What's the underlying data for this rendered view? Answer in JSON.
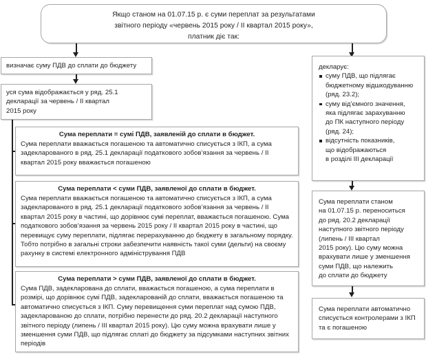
{
  "diagram": {
    "title_node": {
      "text": "Якщо станом на 01.07.15 р. є суми переплат за результатами\nзвітного періоду «червень 2015 року / II квартал 2015 року»,\nплатник діє так:"
    },
    "left_branch": {
      "step1": {
        "text": "визначає суму ПДВ до сплати до бюджету"
      },
      "step2": {
        "text": "уся сума відображається у ряд. 25.1\nдекларації за червень / II квартал\n2015 року"
      },
      "cases": [
        {
          "title": "Сума переплати = сумі ПДВ, заявленій до сплати в бюджет.",
          "body": "Сума переплати вважається погашеною та автоматично списується з ІКП, а сума задекларованого в ряд. 25.1 декларації податкового зобов’язання за червень / II квартал 2015 року вважається погашеною"
        },
        {
          "title": "Сума переплати < суми ПДВ, заявленої до сплати в бюджет.",
          "body": "Сума переплати вважається погашеною та автоматично списується з ІКП, а сума задекларованого в ряд. 25.1 декларації податкового зобов’язання за червень / II квартал 2015 року в частині, що дорівнює сумі переплат, вважається погашеною. Сума податкового зобов’язання за червень 2015 року / II квартал 2015 року в частині, що перевищує суму переплати, підлягає перерахуванню до бюджету в загальному порядку. Тобто потрібно в загальні строки забезпечити наявність такої суми (дельти) на своєму рахунку в системі електронного адміністрування ПДВ"
        },
        {
          "title": "Сума переплати > суми ПДВ, заявленої до сплати в бюджет.",
          "body": "Сума ПДВ, задекларована до сплати, вважається погашеною, а сума переплати в розмірі, що дорівнює сумі ПДВ, задекларованій до сплати, вважається погашеною та автоматично списується з ІКП. Суму перевищення суми переплат над сумою ПДВ, задекларованою до сплати, потрібно перенести до ряд. 20.2 декларації наступного звітного періоду (липень / III квартал 2015 року). Цю суму можна врахувати лише у зменшення суми ПДВ, що підлягає сплаті до бюджету за підсумками наступних звітних періодів"
        }
      ]
    },
    "right_branch": {
      "step1": {
        "lead": "декларує:",
        "bullets": [
          "суму ПДВ, що підлягає\nбюджетному відшкодуванню\n(ряд. 23.2);",
          "суму від’ємного значення,\nяка підлягає зарахуванню\nдо ПК наступного періоду\n(ряд. 24);",
          "відсутність показників,\nщо відображаються\nв розділі III декларації"
        ]
      },
      "step2": {
        "text": "Сума переплати станом\nна 01.07.15 р. переноситься\nдо ряд. 20.2 декларації\nнаступного звітного періоду\n(липень / III квартал\n2015 року). Цю суму можна\nврахувати лише у зменшення\nсуми ПДВ, що належить\nдо сплати до бюджету"
      },
      "step3": {
        "text": "Сума переплати автоматично\nсписується контролерами з ІКП\nта є погашеною"
      }
    },
    "colors": {
      "border": "#a6a6a6",
      "shadow": "#d9d9d9",
      "text": "#231f20",
      "connector": "#231f20",
      "background": "#ffffff"
    }
  }
}
